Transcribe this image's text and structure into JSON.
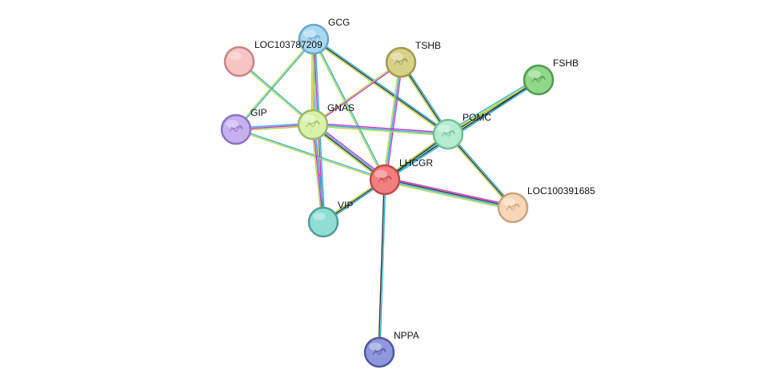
{
  "diagram": {
    "nodes": [
      {
        "id": "GCG",
        "label": "GCG",
        "fill": "#a9d8f0",
        "stroke": "#6aa7c8",
        "glyph": "structure"
      },
      {
        "id": "LOC103787209",
        "label": "LOC103787209",
        "fill": "#f7c3c3",
        "stroke": "#c78585",
        "glyph": ""
      },
      {
        "id": "TSHB",
        "label": "TSHB",
        "fill": "#d7d28a",
        "stroke": "#9f9a4c",
        "glyph": "structure"
      },
      {
        "id": "FSHB",
        "label": "FSHB",
        "fill": "#8fd88a",
        "stroke": "#4e9c4a",
        "glyph": "structure"
      },
      {
        "id": "GIP",
        "label": "GIP",
        "fill": "#c6b0f0",
        "stroke": "#8a73c4",
        "glyph": "structure"
      },
      {
        "id": "GNAS",
        "label": "GNAS",
        "fill": "#d8f2a8",
        "stroke": "#98b86a",
        "glyph": "structure"
      },
      {
        "id": "POMC",
        "label": "POMC",
        "fill": "#b5eccf",
        "stroke": "#72bf98",
        "glyph": "structure"
      },
      {
        "id": "LHCGR",
        "label": "LHCGR",
        "fill": "#f07f7f",
        "stroke": "#c04848",
        "glyph": "structure"
      },
      {
        "id": "LOC100391685",
        "label": "LOC100391685",
        "fill": "#f8d7b8",
        "stroke": "#c9a27c",
        "glyph": "structure"
      },
      {
        "id": "VIP",
        "label": "VIP",
        "fill": "#8fddd3",
        "stroke": "#4f9f95",
        "glyph": ""
      },
      {
        "id": "NPPA",
        "label": "NPPA",
        "fill": "#8f98dc",
        "stroke": "#4f589c",
        "glyph": "structure"
      }
    ],
    "edges": [
      {
        "source": "GCG",
        "target": "GNAS",
        "colors": [
          "#31b0d5",
          "#d4c000",
          "#b2d846"
        ]
      },
      {
        "source": "GCG",
        "target": "GIP",
        "colors": [
          "#31b0d5",
          "#b2d846"
        ]
      },
      {
        "source": "GCG",
        "target": "LHCGR",
        "colors": [
          "#31b0d5",
          "#b2d846"
        ]
      },
      {
        "source": "GCG",
        "target": "POMC",
        "colors": [
          "#31b0d5",
          "#333333",
          "#b2d846"
        ]
      },
      {
        "source": "GCG",
        "target": "VIP",
        "colors": [
          "#31b0d5",
          "#cc33cc",
          "#b2d846"
        ]
      },
      {
        "source": "LOC103787209",
        "target": "GNAS",
        "colors": [
          "#31b0d5",
          "#b2d846"
        ]
      },
      {
        "source": "TSHB",
        "target": "GNAS",
        "colors": [
          "#cc33cc",
          "#b2d846"
        ]
      },
      {
        "source": "TSHB",
        "target": "LHCGR",
        "colors": [
          "#cc33cc",
          "#31b0d5",
          "#b2d846"
        ]
      },
      {
        "source": "TSHB",
        "target": "POMC",
        "colors": [
          "#31b0d5",
          "#333333",
          "#b2d846"
        ]
      },
      {
        "source": "FSHB",
        "target": "POMC",
        "colors": [
          "#31b0d5",
          "#333333",
          "#b2d846",
          "#31b0d5"
        ]
      },
      {
        "source": "FSHB",
        "target": "LHCGR",
        "colors": [
          "#31b0d5",
          "#333333",
          "#b2d846"
        ]
      },
      {
        "source": "GIP",
        "target": "GNAS",
        "colors": [
          "#31b0d5",
          "#cc33cc",
          "#b2d846"
        ]
      },
      {
        "source": "GIP",
        "target": "LHCGR",
        "colors": [
          "#31b0d5",
          "#b2d846"
        ]
      },
      {
        "source": "GNAS",
        "target": "POMC",
        "colors": [
          "#cc33cc",
          "#31b0d5",
          "#b2d846"
        ]
      },
      {
        "source": "GNAS",
        "target": "LHCGR",
        "colors": [
          "#cc33cc",
          "#31b0d5",
          "#333333",
          "#b2d846"
        ]
      },
      {
        "source": "GNAS",
        "target": "VIP",
        "colors": [
          "#31b0d5",
          "#cc33cc",
          "#b2d846"
        ]
      },
      {
        "source": "POMC",
        "target": "LHCGR",
        "colors": [
          "#31b0d5",
          "#333333",
          "#b2d846"
        ]
      },
      {
        "source": "POMC",
        "target": "LOC100391685",
        "colors": [
          "#31b0d5",
          "#333333",
          "#b2d846"
        ]
      },
      {
        "source": "LHCGR",
        "target": "LOC100391685",
        "colors": [
          "#cc33cc",
          "#333333",
          "#31b0d5",
          "#b2d846"
        ]
      },
      {
        "source": "LHCGR",
        "target": "VIP",
        "colors": [
          "#31b0d5",
          "#333333",
          "#b2d846"
        ]
      },
      {
        "source": "LHCGR",
        "target": "NPPA",
        "colors": [
          "#31b0d5",
          "#333333"
        ]
      }
    ]
  }
}
